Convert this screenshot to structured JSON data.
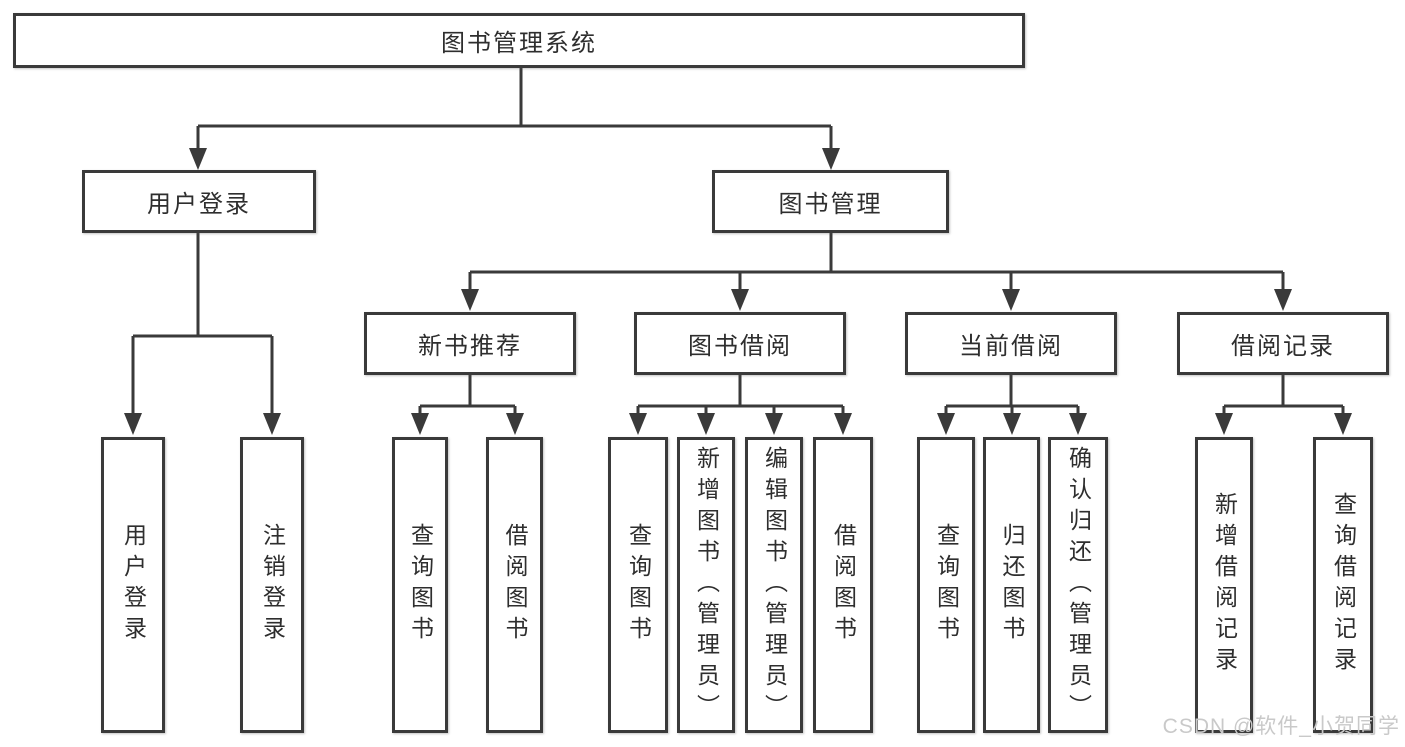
{
  "diagram": {
    "title": "图书管理系统",
    "watermark": "CSDN @软件_小贺同学",
    "colors": {
      "line": "#3a3a3a",
      "box_border": "#3a3a3a",
      "box_fill": "#ffffff",
      "text": "#2e2e2e",
      "watermark": "#c9c9c9"
    },
    "nodes": {
      "root": "图书管理系统",
      "level2": [
        "用户登录",
        "图书管理"
      ],
      "level3": [
        "新书推荐",
        "图书借阅",
        "当前借阅",
        "借阅记录"
      ],
      "leaves": {
        "user_login": [
          "用户登录",
          "注销登录"
        ],
        "new_book": [
          "查询图书",
          "借阅图书"
        ],
        "book_borrow": [
          "查询图书",
          "新增图书（管理员）",
          "编辑图书（管理员）",
          "借阅图书"
        ],
        "current_borrow": [
          "查询图书",
          "归还图书",
          "确认归还（管理员）"
        ],
        "borrow_record": [
          "新增借阅记录",
          "查询借阅记录"
        ]
      }
    }
  }
}
